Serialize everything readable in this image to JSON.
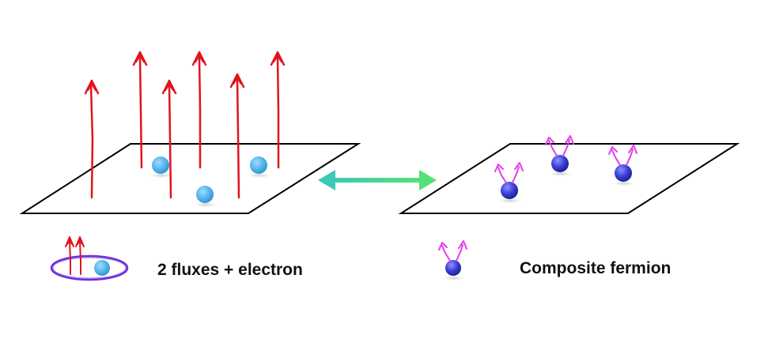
{
  "legend": {
    "flux_electron_label": "2 fluxes + electron",
    "composite_fermion_label": "Composite fermion"
  },
  "colors": {
    "flux_arrow": "#e0141e",
    "cf_arrow": "#e23de8",
    "electron": "#4fb3ea",
    "composite_fermion": "#3b3fd8",
    "double_arrow_left": "#3cc8b4",
    "double_arrow_right": "#55e07a",
    "orbit_ring": "#6b2ce0",
    "plane_outline": "#000000"
  },
  "left_panel": {
    "flux_count": 6,
    "electron_count": 3
  },
  "right_panel": {
    "composite_fermion_count": 3
  }
}
